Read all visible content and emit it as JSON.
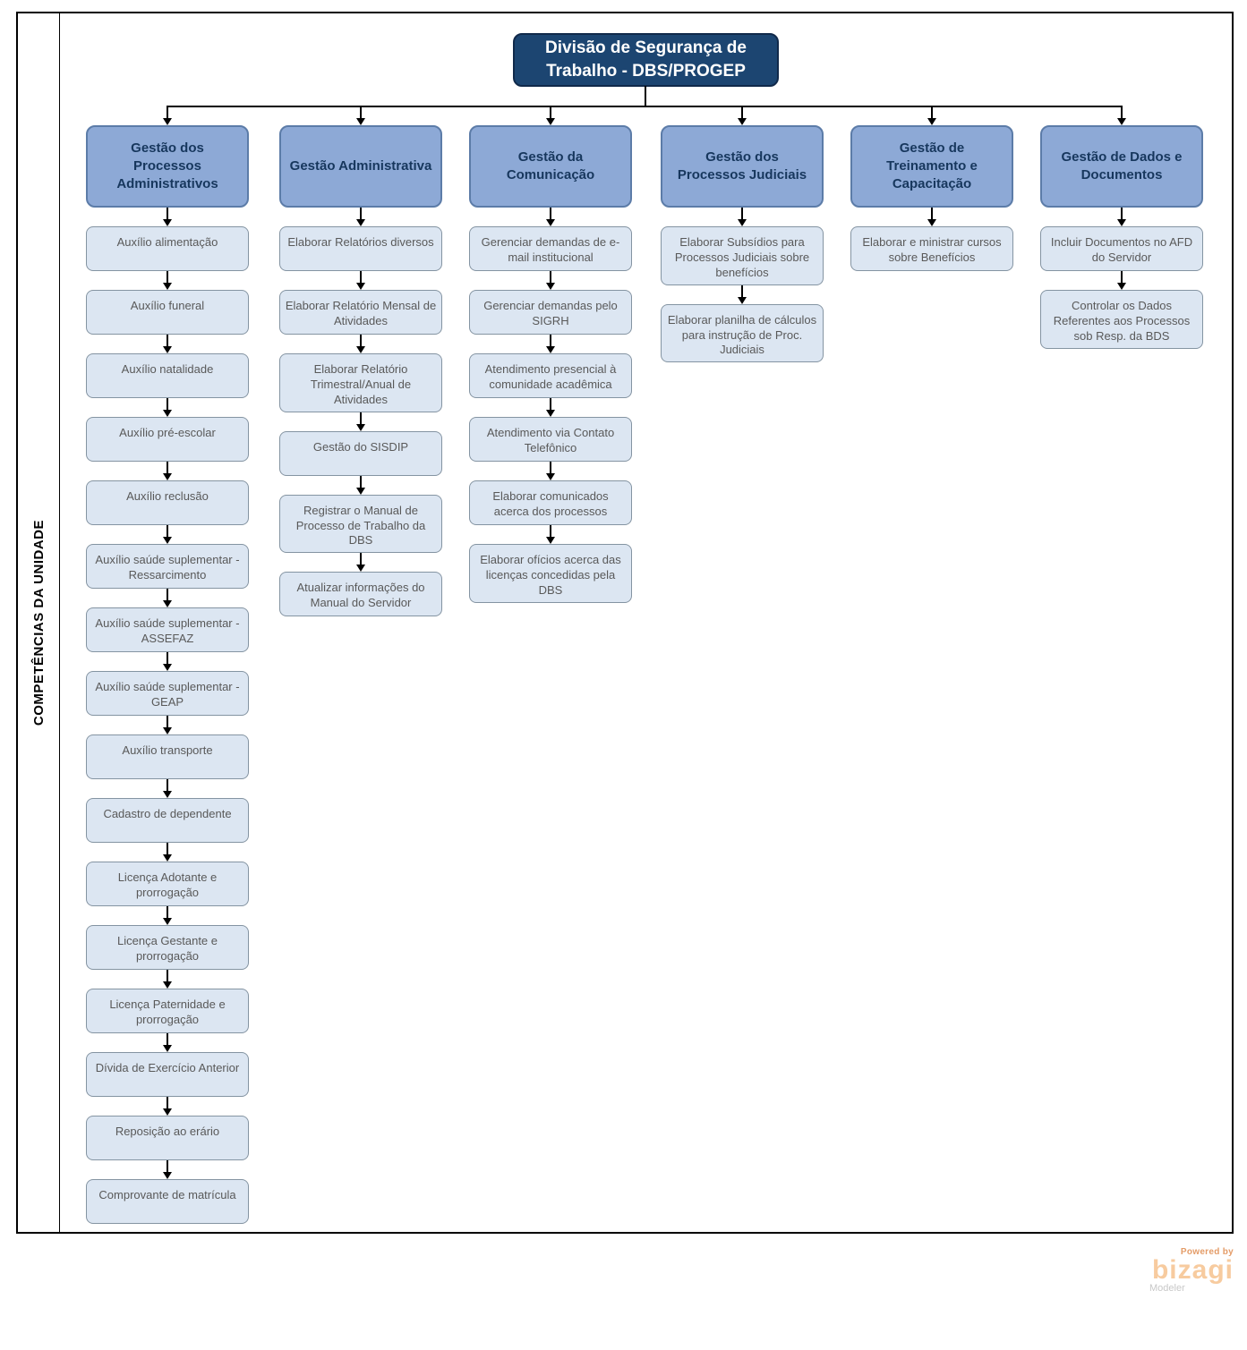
{
  "lane": {
    "label": "COMPETÊNCIAS DA UNIDADE"
  },
  "root": {
    "title": "Divisão de Segurança de Trabalho - DBS/PROGEP"
  },
  "columns": [
    {
      "header": "Gestão dos Processos Administrativos",
      "items": [
        "Auxílio alimentação",
        "Auxílio funeral",
        "Auxílio natalidade",
        "Auxílio pré-escolar",
        "Auxílio reclusão",
        "Auxílio saúde suplementar - Ressarcimento",
        "Auxílio saúde suplementar - ASSEFAZ",
        "Auxílio saúde suplementar - GEAP",
        "Auxílio transporte",
        "Cadastro de dependente",
        "Licença Adotante e prorrogação",
        "Licença Gestante e prorrogação",
        "Licença Paternidade e prorrogação",
        "Dívida de Exercício Anterior",
        "Reposição ao erário",
        "Comprovante de matrícula"
      ]
    },
    {
      "header": "Gestão Administrativa",
      "items": [
        "Elaborar Relatórios diversos",
        "Elaborar Relatório Mensal de Atividades",
        "Elaborar Relatório Trimestral/Anual de Atividades",
        "Gestão do SISDIP",
        "Registrar o Manual de Processo de Trabalho da DBS",
        "Atualizar informações do Manual do Servidor"
      ]
    },
    {
      "header": "Gestão da Comunicação",
      "items": [
        "Gerenciar demandas de e-mail institucional",
        "Gerenciar demandas pelo SIGRH",
        "Atendimento presencial à comunidade acadêmica",
        "Atendimento via Contato Telefônico",
        "Elaborar comunicados acerca dos processos",
        "Elaborar ofícios acerca das licenças concedidas pela DBS"
      ]
    },
    {
      "header": "Gestão dos Processos Judiciais",
      "items": [
        "Elaborar Subsídios para Processos Judiciais sobre benefícios",
        "Elaborar planilha de cálculos para instrução de Proc. Judiciais"
      ]
    },
    {
      "header": "Gestão de Treinamento e Capacitação",
      "items": [
        "Elaborar e ministrar cursos sobre Benefícios"
      ]
    },
    {
      "header": "Gestão de Dados e Documentos",
      "items": [
        "Incluir Documentos no AFD do Servidor",
        "Controlar os Dados Referentes aos Processos sob Resp. da BDS"
      ]
    }
  ],
  "footer": {
    "powered_by": "Powered by",
    "brand": "bizagi",
    "product": "Modeler"
  },
  "colors": {
    "root_fill": "#1c4571",
    "header_fill": "#8da9d6",
    "header_text": "#17375d",
    "item_fill": "#dce6f2",
    "item_border": "#8494a2",
    "item_text": "#595959",
    "connector": "#000000",
    "bizagi_brand": "#f7cb9f",
    "bizagi_powered": "#e49c68"
  }
}
